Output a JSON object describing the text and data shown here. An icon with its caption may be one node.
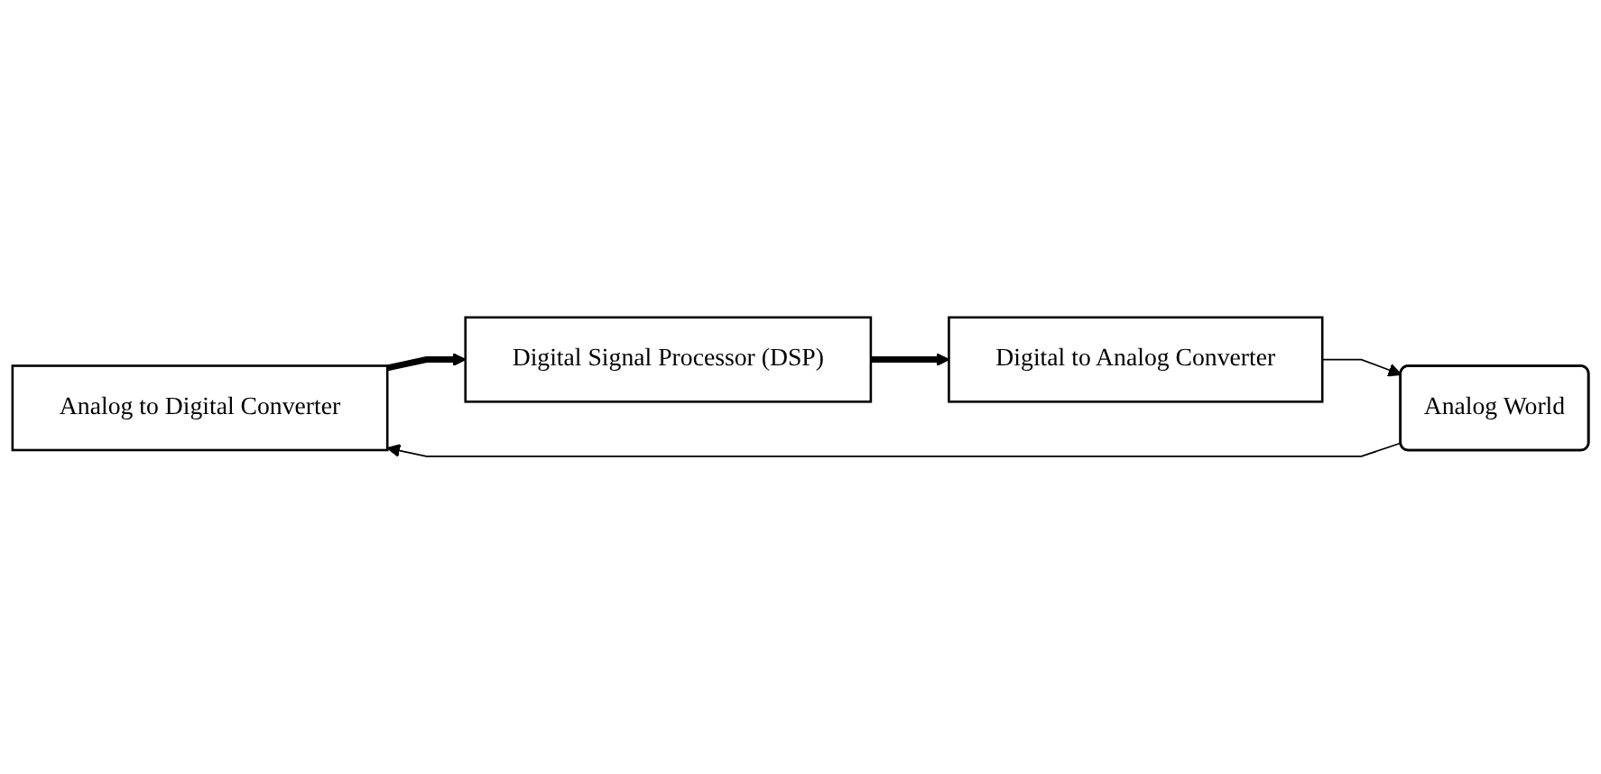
{
  "diagram": {
    "nodes": [
      {
        "text": [
          "Analog to Digital Converter"
        ]
      },
      {
        "text": [
          "Digital Signal Processor (DSP)"
        ]
      },
      {
        "text": [
          "Digital to Analog Converter"
        ]
      },
      {
        "text": [
          "Analog World"
        ]
      }
    ],
    "edges": [
      {
        "from": 0,
        "to": 1,
        "arrow": "to",
        "style": "thick"
      },
      {
        "from": 1,
        "to": 2,
        "arrow": "to",
        "style": "thick"
      },
      {
        "from": 2,
        "to": 3,
        "arrow": "to"
      },
      {
        "from": 3,
        "to": 0,
        "arrow": "to"
      }
    ]
  }
}
